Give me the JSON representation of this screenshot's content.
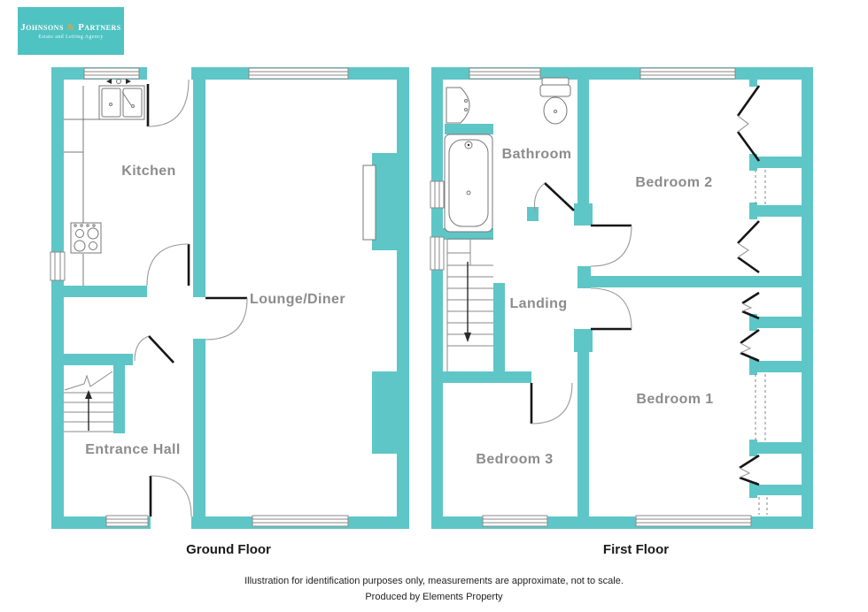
{
  "logo": {
    "name_a": "Johnsons",
    "ampersand": "&",
    "name_b": "Partners",
    "tagline": "Estate and Letting Agency"
  },
  "colors": {
    "wall": "#5ec6c6",
    "logo_background": "#4fc2c2",
    "room_label": "#8c8c8c",
    "logo_ampersand_gold": "#c9a95e"
  },
  "ground_floor": {
    "caption": "Ground Floor",
    "rooms": [
      {
        "label": "Kitchen"
      },
      {
        "label": "Lounge/Diner"
      },
      {
        "label": "Entrance Hall"
      }
    ]
  },
  "first_floor": {
    "caption": "First Floor",
    "rooms": [
      {
        "label": "Bathroom"
      },
      {
        "label": "Bedroom 2"
      },
      {
        "label": "Landing"
      },
      {
        "label": "Bedroom 1"
      },
      {
        "label": "Bedroom 3"
      }
    ]
  },
  "footer": {
    "disclaimer": "Illustration for identification purposes only, measurements are approximate, not to scale.",
    "credit": "Produced by Elements Property"
  }
}
